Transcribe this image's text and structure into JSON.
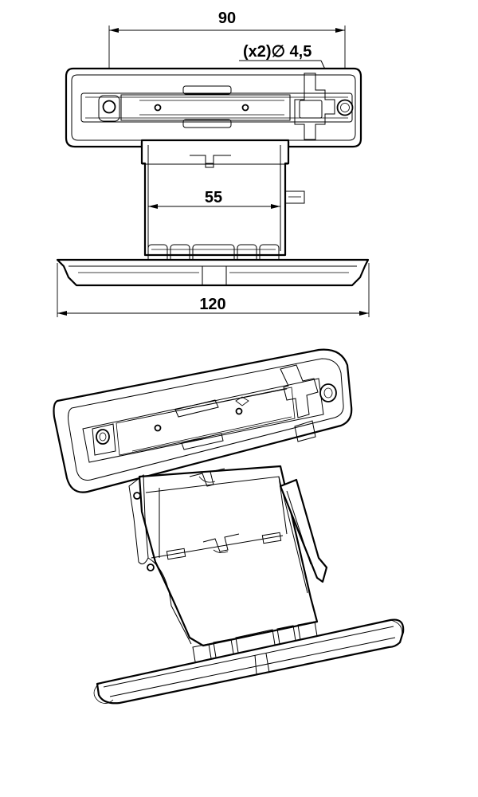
{
  "dimensions": {
    "width_top_holes": "90",
    "hole_note": "(x2)∅ 4,5",
    "width_middle": "55",
    "width_bottom": "120"
  },
  "colors": {
    "line": "#000000",
    "background": "#ffffff"
  }
}
